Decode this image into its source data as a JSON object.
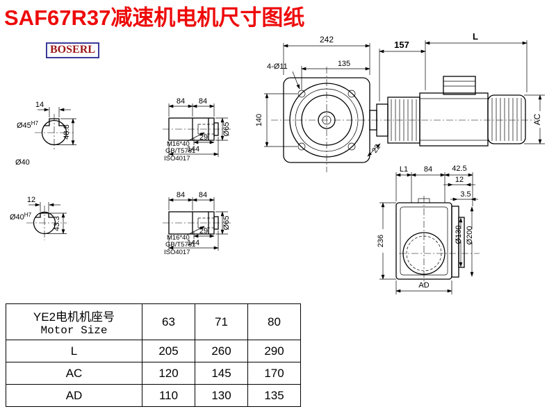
{
  "colors": {
    "title_red": "#ee0a0a",
    "logo_border_blue": "#3a3a9a",
    "logo_text_red": "#9e1616"
  },
  "page": {
    "title": "SAF67R37减速机电机尺寸图纸",
    "logo_text": "BOSERL"
  },
  "front_view": {
    "dim_242": "242",
    "dim_157": "157",
    "dim_L": "L",
    "label_bolt_holes": "4-Ø11",
    "dim_135": "135",
    "dim_140": "140",
    "dim_22": "22",
    "dim_AC": "AC"
  },
  "shaft_end_1": {
    "dim_key_width": "14",
    "bore_base": "Ø45",
    "bore_tol": "H7",
    "dim_height": "48.8",
    "label_outer": "Ø40"
  },
  "shaft_end_2": {
    "dim_key_width": "12",
    "bore_base": "Ø40",
    "bore_tol": "H7",
    "dim_height": "43.3"
  },
  "shaft_side_1": {
    "dim_seg_a": "84",
    "dim_seg_b": "84",
    "dim_key": "29",
    "dim_total": "144",
    "dim_dia": "Ø65",
    "label_bolt": "M16*40",
    "label_std_gb": "GB/T5781",
    "label_std_iso": "ISO4017"
  },
  "shaft_side_2": {
    "dim_seg_a": "84",
    "dim_seg_b": "84",
    "dim_key": "29",
    "dim_total": "144",
    "dim_dia": "Ø65",
    "label_bolt": "M16*40",
    "label_std_gb": "GB/T5781",
    "label_std_iso": "ISO4017"
  },
  "side_view": {
    "dim_L1": "L1",
    "dim_84": "84",
    "dim_42_5": "42.5",
    "dim_12": "12",
    "dim_3_5": "3.5",
    "dim_236": "236",
    "dim_d130": "Ø130",
    "dim_d200": "Ø200",
    "dim_AD": "AD"
  },
  "table": {
    "header_cn": "YE2电机机座号",
    "header_en": "Motor Size",
    "sizes": [
      "63",
      "71",
      "80"
    ],
    "rows": [
      {
        "label": "L",
        "values": [
          "205",
          "260",
          "290"
        ]
      },
      {
        "label": "AC",
        "values": [
          "120",
          "145",
          "170"
        ]
      },
      {
        "label": "AD",
        "values": [
          "110",
          "130",
          "135"
        ]
      }
    ]
  }
}
